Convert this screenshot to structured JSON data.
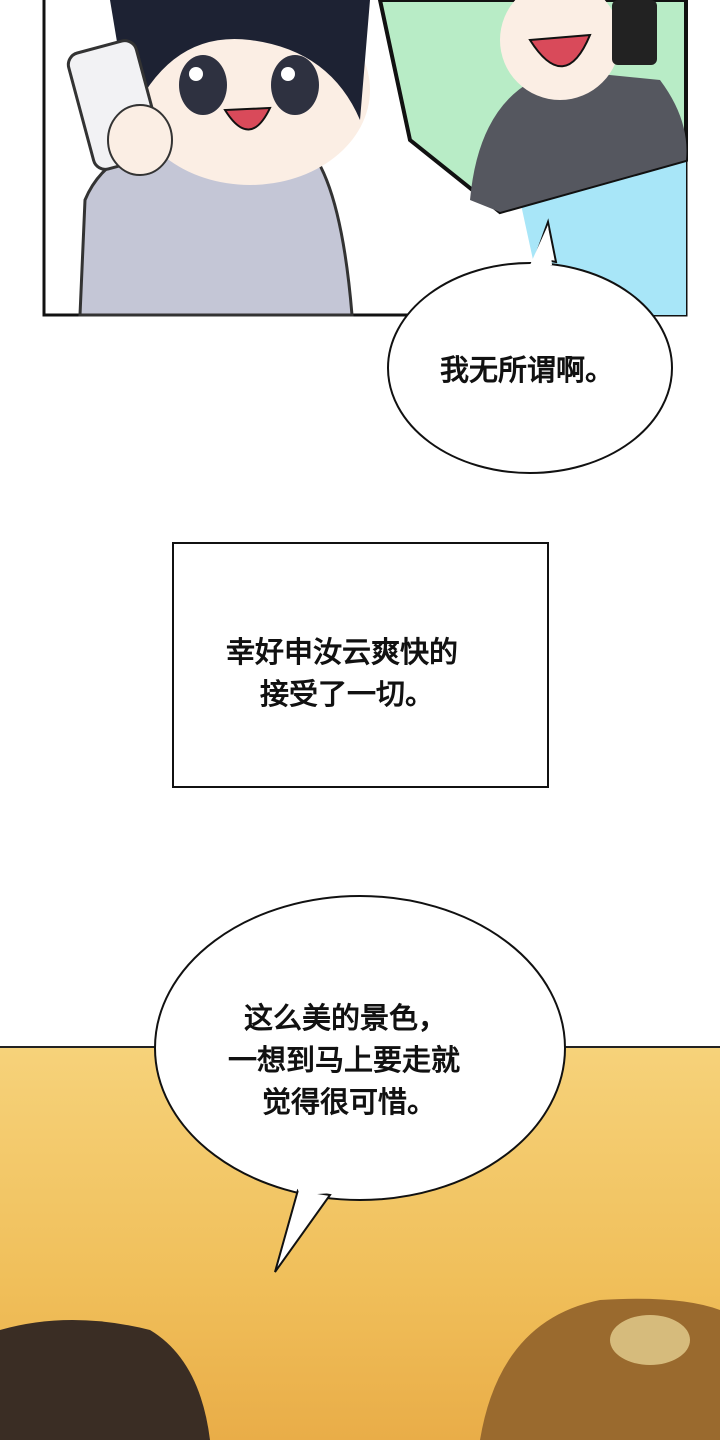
{
  "panels": {
    "top_bubble": {
      "text": "我无所谓啊。"
    },
    "narration": {
      "line1": "幸好申汝云爽快的",
      "line2": "接受了一切。"
    },
    "bottom_bubble": {
      "line1": "这么美的景色，",
      "line2": "一想到马上要走就",
      "line3": "觉得很可惜。"
    }
  },
  "colors": {
    "sky": "#f3c766",
    "green": "#b8ecc6",
    "blue": "#a8e6f8",
    "sweater": "#c4c6d6"
  }
}
